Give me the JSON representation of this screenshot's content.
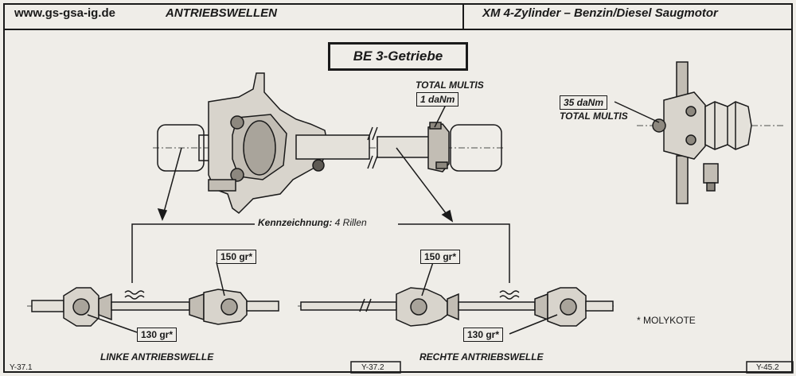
{
  "header": {
    "website": "www.gs-gsa-ig.de",
    "section": "ANTRIEBSWELLEN",
    "model": "XM 4-Zylinder – Benzin/Diesel Saugmotor"
  },
  "diagram": {
    "gearbox_title": "BE 3-Getriebe",
    "torque_gearbox_label": "TOTAL MULTIS",
    "torque_gearbox_value": "1 daNm",
    "torque_hub_value": "35 daNm",
    "torque_hub_label": "TOTAL MULTIS",
    "marking_label": "Kennzeichnung:",
    "marking_value": "4 Rillen",
    "grease_left_upper": "150 gr*",
    "grease_left_lower": "130 gr*",
    "grease_right_upper": "150 gr*",
    "grease_right_lower": "130 gr*",
    "footnote": "* MOLYKOTE",
    "left_shaft_label": "LINKE ANTRIEBSWELLE",
    "right_shaft_label": "RECHTE ANTRIEBSWELLE"
  },
  "refs": {
    "left": "Y-37.1",
    "center": "Y-37.2",
    "right": "Y-45.2"
  }
}
